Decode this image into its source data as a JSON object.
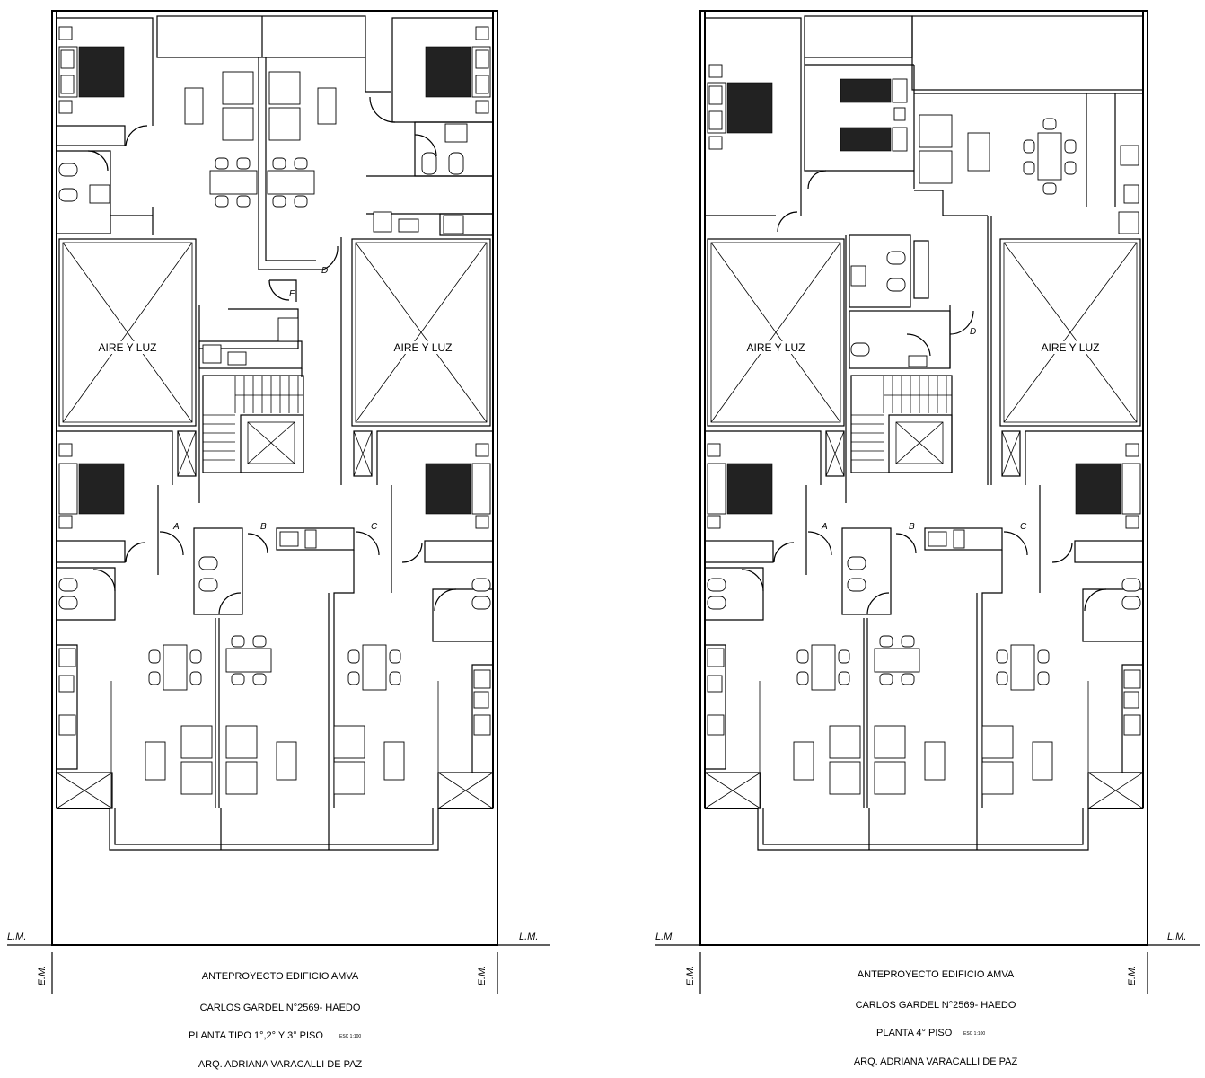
{
  "plans": [
    {
      "id": "typical",
      "void_label": "AIRE Y LUZ",
      "doors": [
        "A",
        "B",
        "C",
        "D",
        "E"
      ],
      "lm_left": "L.M.",
      "lm_right": "L.M.",
      "em_left": "E.M.",
      "em_right": "E.M.",
      "title": "ANTEPROYECTO EDIFICIO AMVA",
      "address": "CARLOS GARDEL N°2569- HAEDO",
      "floor": "PLANTA TIPO 1°,2° Y 3° PISO",
      "scale": "ESC 1:100",
      "architect": "ARQ. ADRIANA VARACALLI DE PAZ"
    },
    {
      "id": "fourth",
      "void_label": "AIRE Y LUZ",
      "doors": [
        "A",
        "B",
        "C",
        "D"
      ],
      "lm_left": "L.M.",
      "lm_right": "L.M.",
      "em_left": "E.M.",
      "em_right": "E.M.",
      "title": "ANTEPROYECTO EDIFICIO AMVA",
      "address": "CARLOS GARDEL N°2569- HAEDO",
      "floor": "PLANTA 4° PISO",
      "scale": "ESC 1:100",
      "architect": "ARQ. ADRIANA VARACALLI DE PAZ"
    }
  ]
}
